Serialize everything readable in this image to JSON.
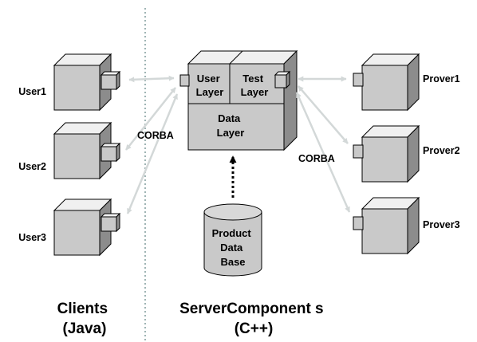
{
  "clients": [
    {
      "label": "User1"
    },
    {
      "label": "User2"
    },
    {
      "label": "User3"
    }
  ],
  "provers": [
    {
      "label": "Prover1"
    },
    {
      "label": "Prover2"
    },
    {
      "label": "Prover3"
    }
  ],
  "server": {
    "user_layer": [
      "User",
      "Layer"
    ],
    "test_layer": [
      "Test",
      "Layer"
    ],
    "data_layer": [
      "Data",
      "Layer"
    ]
  },
  "database": {
    "lines": [
      "Product",
      "Data",
      "Base"
    ]
  },
  "connections": {
    "left_label": "CORBA",
    "right_label": "CORBA"
  },
  "captions": {
    "clients": [
      "Clients",
      "(Java)"
    ],
    "server": [
      "ServerComponent s",
      "(C++)"
    ]
  }
}
